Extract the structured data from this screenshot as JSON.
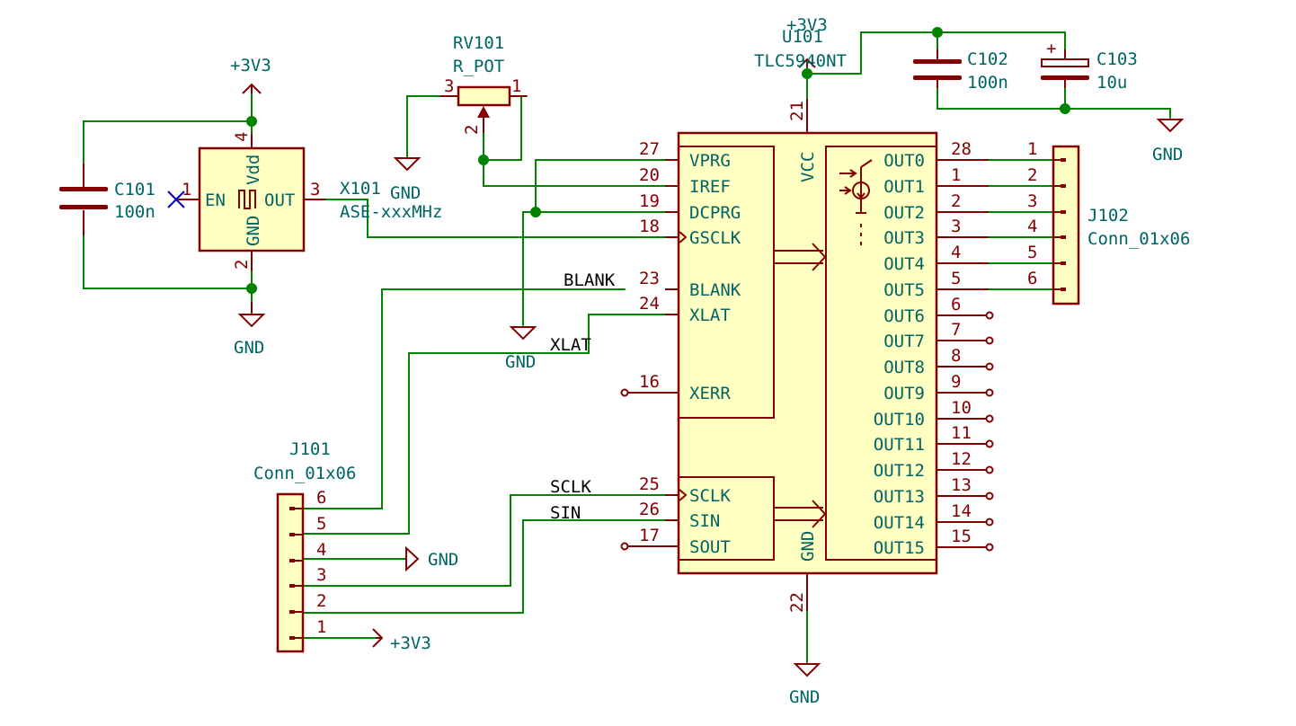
{
  "power": {
    "p3v3": "+3V3",
    "gnd": "GND"
  },
  "u101": {
    "ref": "U101",
    "value": "TLC5940NT",
    "vcc": "VCC",
    "gnd": "GND",
    "pin_vcc": "21",
    "pin_gnd": "22",
    "left_pins": [
      {
        "num": "27",
        "name": "VPRG"
      },
      {
        "num": "20",
        "name": "IREF"
      },
      {
        "num": "19",
        "name": "DCPRG"
      },
      {
        "num": "18",
        "name": "GSCLK"
      },
      {
        "num": "23",
        "name": "BLANK"
      },
      {
        "num": "24",
        "name": "XLAT"
      },
      {
        "num": "16",
        "name": "XERR"
      },
      {
        "num": "25",
        "name": "SCLK"
      },
      {
        "num": "26",
        "name": "SIN"
      },
      {
        "num": "17",
        "name": "SOUT"
      }
    ],
    "out_pins": [
      {
        "num": "28",
        "name": "OUT0"
      },
      {
        "num": "1",
        "name": "OUT1"
      },
      {
        "num": "2",
        "name": "OUT2"
      },
      {
        "num": "3",
        "name": "OUT3"
      },
      {
        "num": "4",
        "name": "OUT4"
      },
      {
        "num": "5",
        "name": "OUT5"
      },
      {
        "num": "6",
        "name": "OUT6"
      },
      {
        "num": "7",
        "name": "OUT7"
      },
      {
        "num": "8",
        "name": "OUT8"
      },
      {
        "num": "9",
        "name": "OUT9"
      },
      {
        "num": "10",
        "name": "OUT10"
      },
      {
        "num": "11",
        "name": "OUT11"
      },
      {
        "num": "12",
        "name": "OUT12"
      },
      {
        "num": "13",
        "name": "OUT13"
      },
      {
        "num": "14",
        "name": "OUT14"
      },
      {
        "num": "15",
        "name": "OUT15"
      }
    ]
  },
  "x101": {
    "ref": "X101",
    "value": "ASE-xxxMHz",
    "en": "EN",
    "out": "OUT",
    "vdd": "Vdd",
    "gnd": "GND",
    "pin_en": "1",
    "pin_out": "3",
    "pin_vdd": "4",
    "pin_gnd": "2"
  },
  "c101": {
    "ref": "C101",
    "value": "100n"
  },
  "c102": {
    "ref": "C102",
    "value": "100n"
  },
  "c103": {
    "ref": "C103",
    "value": "10u",
    "plus": "+"
  },
  "rv101": {
    "ref": "RV101",
    "value": "R_POT",
    "pin1": "1",
    "pin2": "2",
    "pin3": "3"
  },
  "j101": {
    "ref": "J101",
    "value": "Conn_01x06",
    "pins": [
      "6",
      "5",
      "4",
      "3",
      "2",
      "1"
    ]
  },
  "j102": {
    "ref": "J102",
    "value": "Conn_01x06",
    "pins": [
      "1",
      "2",
      "3",
      "4",
      "5",
      "6"
    ]
  },
  "net_labels": {
    "blank": "BLANK",
    "xlat": "XLAT",
    "sclk": "SCLK",
    "sin": "SIN"
  },
  "colors": {
    "wire": "#008400",
    "symbol": "#840000",
    "body_fill": "#ffffc2",
    "ref_text": "#006464",
    "no_connect": "#0000c8"
  }
}
